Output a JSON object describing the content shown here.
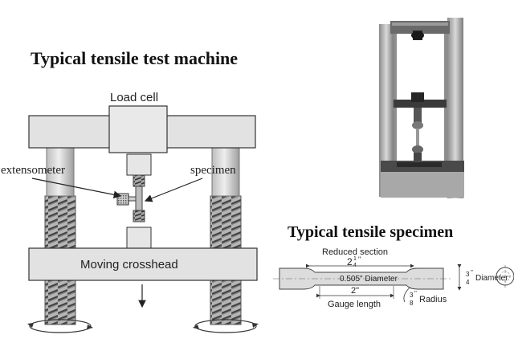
{
  "machine": {
    "title": "Typical tensile test machine",
    "labels": {
      "load_cell": "Load cell",
      "extensometer": "extensometer",
      "specimen": "specimen",
      "moving_crosshead": "Moving crosshead"
    }
  },
  "specimen": {
    "title": "Typical tensile specimen",
    "labels": {
      "reduced_section": "Reduced section",
      "reduced_length_whole": "2",
      "reduced_length_num": "1",
      "reduced_length_den": "4",
      "reduced_length_unit": "\"",
      "inner_diameter": "0.505\" Diameter",
      "gauge_dim": "2\"",
      "gauge_length": "Gauge length",
      "radius_num": "3",
      "radius_unit": "\"",
      "radius_den": "8",
      "radius": "Radius",
      "outer_diameter_num": "3",
      "outer_diameter_unit": "\"",
      "outer_diameter_den": "4",
      "outer_diameter": "Diameter"
    }
  }
}
